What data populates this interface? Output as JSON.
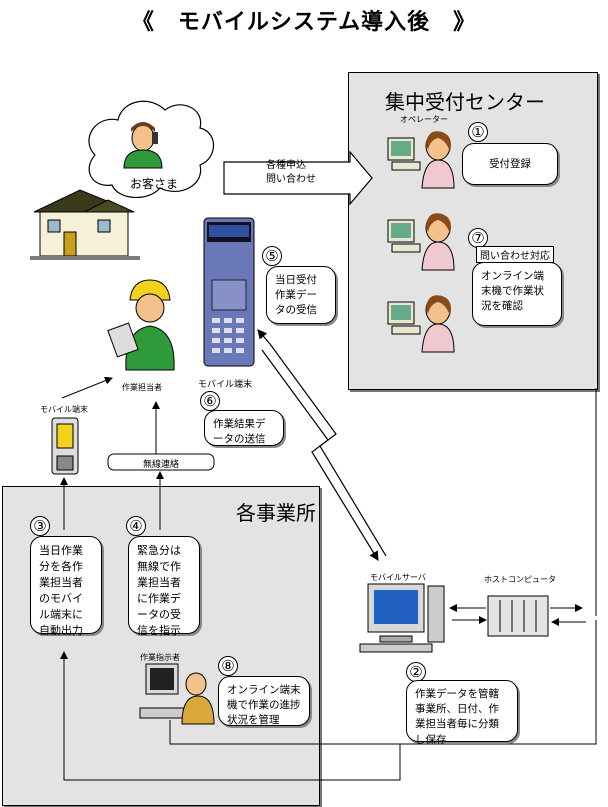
{
  "title": "《　モバイルシステム導入後　》",
  "center": {
    "title": "集中受付センター",
    "operator_label": "オペレーター",
    "step1_num": "①",
    "step1_text": "受付登録",
    "step7_num": "⑦",
    "step7_title": "問い合わせ対応",
    "step7_text": "オンライン端末機で作業状況を確認"
  },
  "customer": {
    "label": "お客さま",
    "arrow_text": "各種申込\n問い合わせ"
  },
  "mobile_terminal": {
    "label": "モバイル端末",
    "step5_num": "⑤",
    "step5_text": "当日受付作業データの受信",
    "step6_num": "⑥",
    "step6_text": "作業結果データの送信"
  },
  "worker": {
    "label": "作業担当者",
    "small_terminal_label": "モバイル端末",
    "radio_label": "無線連絡"
  },
  "office": {
    "title": "各事業所",
    "step3_num": "③",
    "step3_text": "当日作業分を各作業担当者のモバイル端末に自動出力",
    "step4_num": "④",
    "step4_text": "緊急分は無線で作業担当者に作業データの受信を指示",
    "supervisor_label": "作業指示者",
    "step8_num": "⑧",
    "step8_text": "オンライン端末機で作業の進捗状況を管理"
  },
  "server": {
    "label": "モバイルサーバ",
    "host_label": "ホストコンピュータ",
    "step2_num": "②",
    "step2_text": "作業データを管轄事業所、日付、作業担当者毎に分類し保存"
  },
  "colors": {
    "panel": "#e3e3e3",
    "terminal_body": "#6a78b8",
    "helmet": "#f2d21a",
    "shirt": "#2f9a3a",
    "skin": "#f2c28a",
    "screen": "#3070c8"
  }
}
